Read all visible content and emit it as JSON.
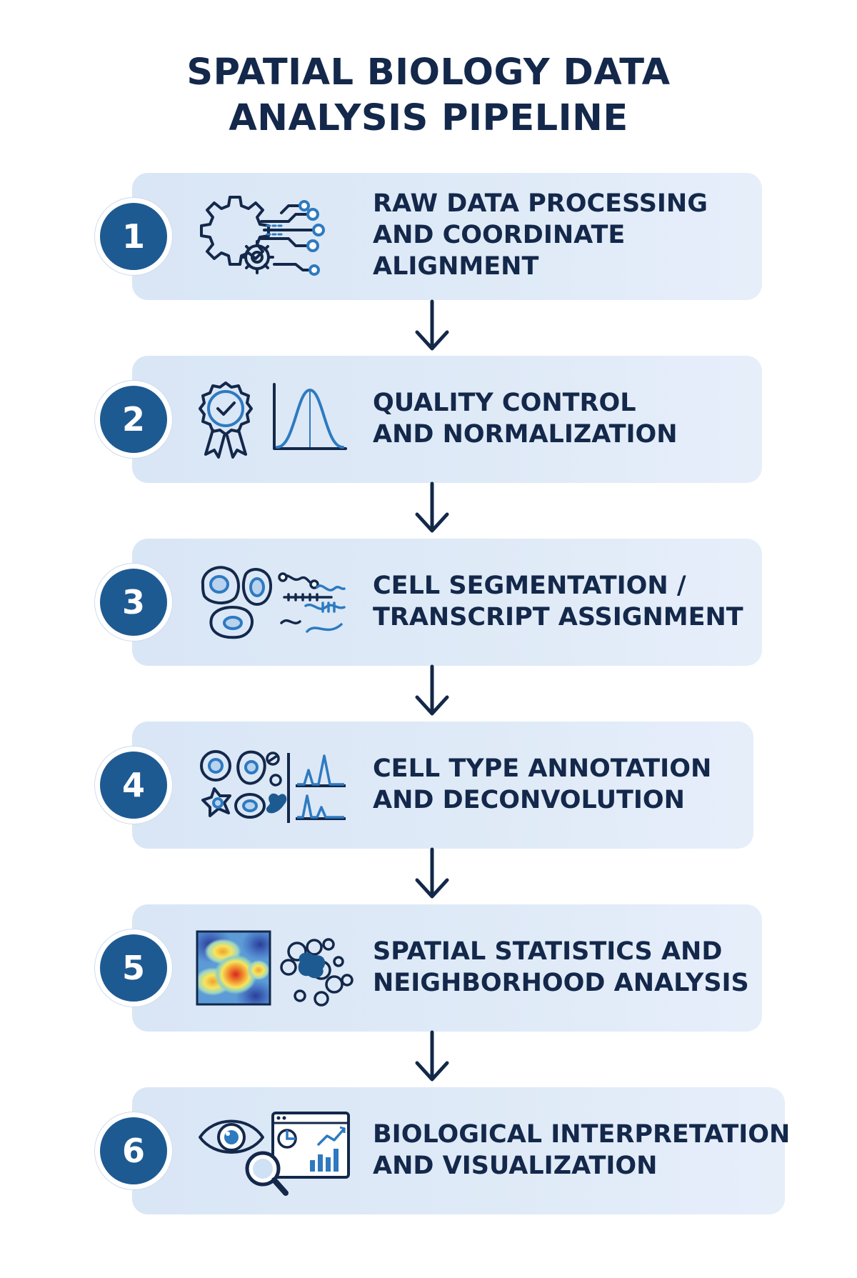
{
  "title": {
    "line1": "SPATIAL BIOLOGY DATA",
    "line2": "ANALYSIS PIPELINE"
  },
  "steps": [
    {
      "number": "1",
      "line1": "RAW DATA PROCESSING",
      "line2": "AND COORDINATE",
      "line3": "ALIGNMENT",
      "icon": "gear-circuit-icon"
    },
    {
      "number": "2",
      "line1": "QUALITY CONTROL",
      "line2": "AND NORMALIZATION",
      "icon": "quality-badge-distribution-icon"
    },
    {
      "number": "3",
      "line1": "CELL SEGMENTATION /",
      "line2": "TRANSCRIPT ASSIGNMENT",
      "icon": "cells-transcripts-icon"
    },
    {
      "number": "4",
      "line1": "CELL TYPE ANNOTATION",
      "line2": "AND DECONVOLUTION",
      "icon": "cell-types-peaks-icon"
    },
    {
      "number": "5",
      "line1": "SPATIAL STATISTICS AND",
      "line2": "NEIGHBORHOOD ANALYSIS",
      "icon": "heatmap-cluster-icon"
    },
    {
      "number": "6",
      "line1": "BIOLOGICAL INTERPRETATION",
      "line2": "AND VISUALIZATION",
      "icon": "eye-dashboard-magnifier-icon"
    }
  ],
  "colors": {
    "navy": "#13284a",
    "badge_blue": "#1e5a92",
    "card_blue": "#dbe7f6",
    "accent_blue": "#2d7ac0"
  }
}
